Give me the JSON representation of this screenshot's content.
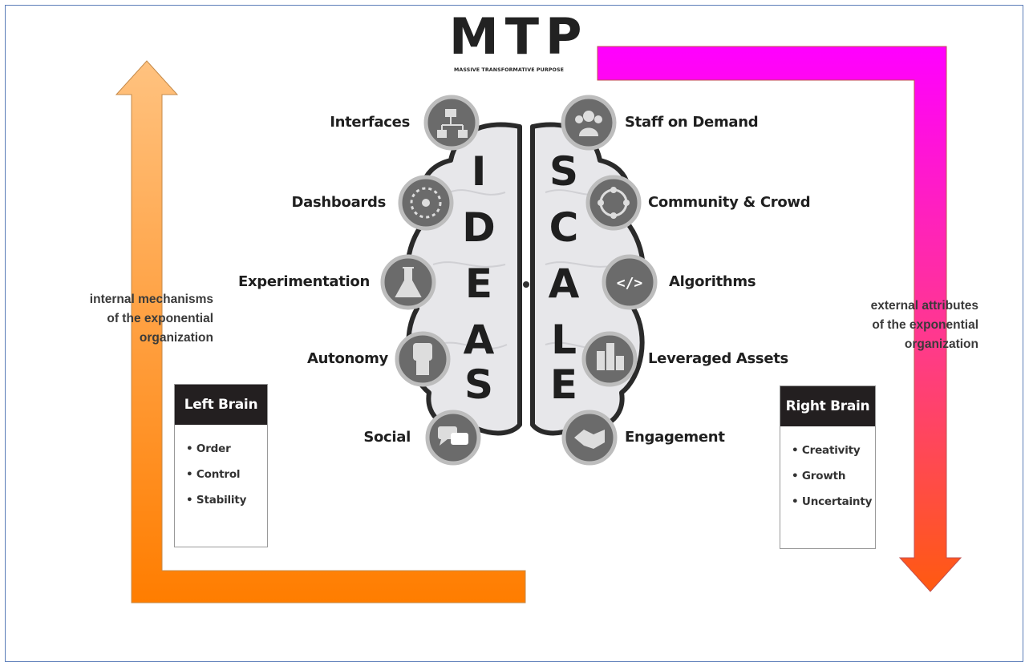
{
  "title": "MTP",
  "subtitle": "MASSIVE TRANSFORMATIVE PURPOSE",
  "left_letters": [
    "I",
    "D",
    "E",
    "A",
    "S"
  ],
  "right_letters": [
    "S",
    "C",
    "A",
    "L",
    "E"
  ],
  "left_items": [
    {
      "label": "Interfaces",
      "icon": "flowchart-icon"
    },
    {
      "label": "Dashboards",
      "icon": "dashboard-icon"
    },
    {
      "label": "Experimentation",
      "icon": "flask-icon"
    },
    {
      "label": "Autonomy",
      "icon": "fist-icon"
    },
    {
      "label": "Social",
      "icon": "chat-icon"
    }
  ],
  "right_items": [
    {
      "label": "Staff on Demand",
      "icon": "people-icon"
    },
    {
      "label": "Community & Crowd",
      "icon": "crowd-icon"
    },
    {
      "label": "Algorithms",
      "icon": "code-icon"
    },
    {
      "label": "Leveraged Assets",
      "icon": "buildings-icon"
    },
    {
      "label": "Engagement",
      "icon": "handshake-icon"
    }
  ],
  "left_note": [
    "internal mechanisms",
    "of the exponential",
    "organization"
  ],
  "right_note": [
    "external attributes",
    "of the exponential",
    "organization"
  ],
  "left_box": {
    "title": "Left Brain",
    "items": [
      "• Order",
      "• Control",
      "• Stability"
    ]
  },
  "right_box": {
    "title": "Right Brain",
    "items": [
      "• Creativity",
      "• Growth",
      "• Uncertainty"
    ]
  },
  "colors": {
    "left_arrow_top": "#ffb870",
    "left_arrow_bottom": "#ff7f00",
    "right_arrow_top": "#ff00ff",
    "right_arrow_bottom": "#ff5a1a",
    "icon_circle": "#6b6b6b",
    "brain": "#e8e8ea"
  }
}
